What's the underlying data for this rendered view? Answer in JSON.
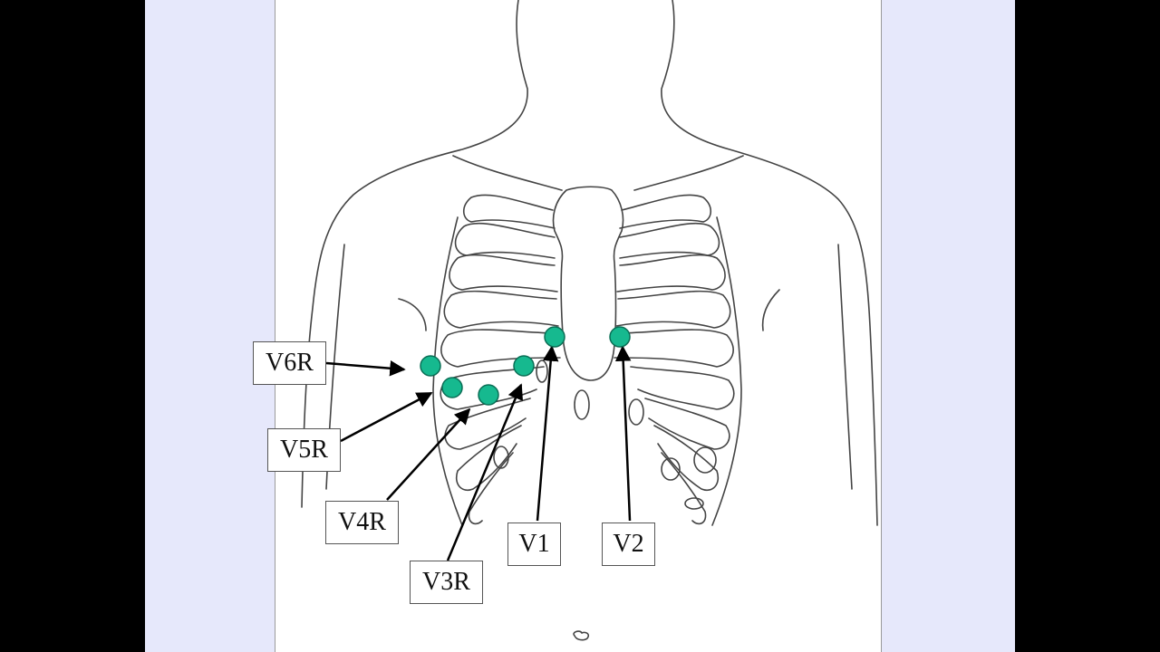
{
  "diagram": {
    "leads": [
      {
        "id": "v6r",
        "label": "V6R"
      },
      {
        "id": "v5r",
        "label": "V5R"
      },
      {
        "id": "v4r",
        "label": "V4R"
      },
      {
        "id": "v3r",
        "label": "V3R"
      },
      {
        "id": "v1",
        "label": "V1"
      },
      {
        "id": "v2",
        "label": "V2"
      }
    ],
    "colors": {
      "electrode": "#16b98f",
      "slide_background": "#e6e8fb",
      "panel_background": "#ffffff",
      "outline": "#444444",
      "arrow": "#000000"
    }
  }
}
